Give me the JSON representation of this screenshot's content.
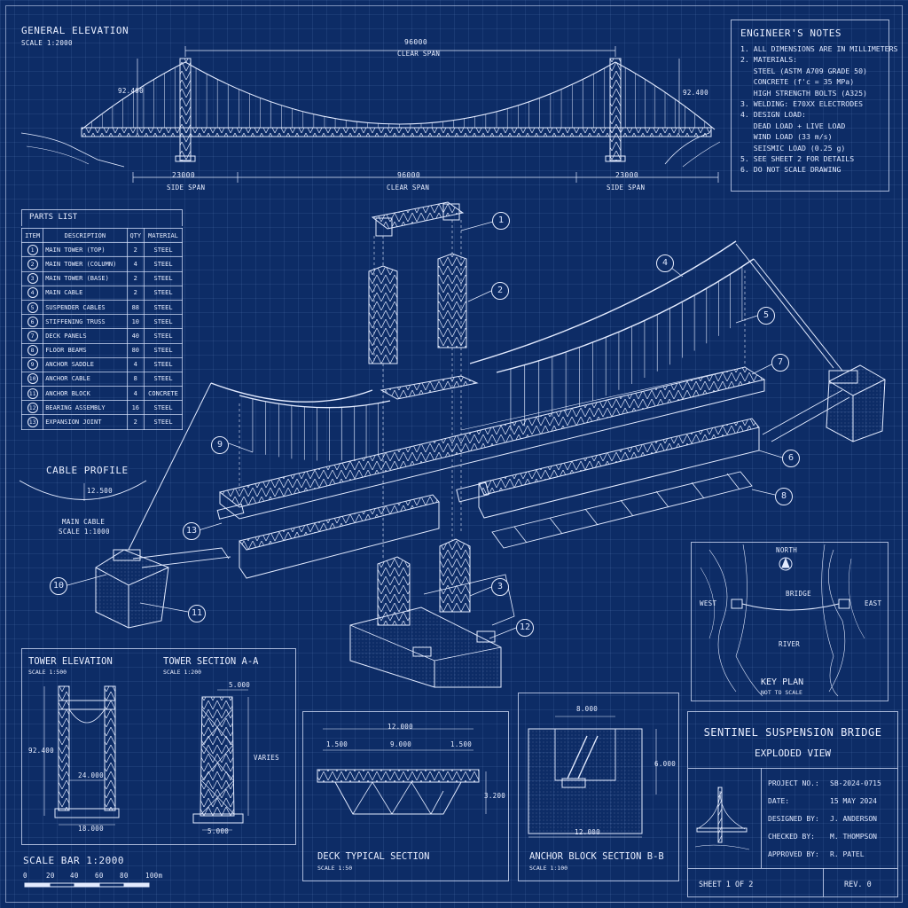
{
  "general_elevation": {
    "title": "GENERAL ELEVATION",
    "scale": "SCALE 1:2000",
    "dim_top": "96000",
    "dim_top_label": "CLEAR SPAN",
    "height_left": "92.400",
    "height_right": "92.400",
    "side_span_left": "23000",
    "side_span_left_label": "SIDE SPAN",
    "clear_span": "96000",
    "clear_span_label": "CLEAR SPAN",
    "side_span_right": "23000",
    "side_span_right_label": "SIDE SPAN"
  },
  "engineers_notes": {
    "title": "ENGINEER'S NOTES",
    "lines": [
      "1. ALL DIMENSIONS ARE IN MILLIMETERS",
      "2. MATERIALS:",
      "   STEEL (ASTM A709 GRADE 50)",
      "   CONCRETE (f'c = 35 MPa)",
      "   HIGH STRENGTH BOLTS (A325)",
      "3. WELDING: E70XX ELECTRODES",
      "4. DESIGN LOAD:",
      "   DEAD LOAD + LIVE LOAD",
      "   WIND LOAD (33 m/s)",
      "   SEISMIC LOAD (0.25 g)",
      "5. SEE SHEET 2 FOR DETAILS",
      "6. DO NOT SCALE DRAWING"
    ]
  },
  "parts_list": {
    "title": "PARTS LIST",
    "headers": [
      "ITEM",
      "DESCRIPTION",
      "QTY",
      "MATERIAL"
    ],
    "rows": [
      {
        "item": "1",
        "desc": "MAIN TOWER (TOP)",
        "qty": "2",
        "mat": "STEEL"
      },
      {
        "item": "2",
        "desc": "MAIN TOWER (COLUMN)",
        "qty": "4",
        "mat": "STEEL"
      },
      {
        "item": "3",
        "desc": "MAIN TOWER (BASE)",
        "qty": "2",
        "mat": "STEEL"
      },
      {
        "item": "4",
        "desc": "MAIN CABLE",
        "qty": "2",
        "mat": "STEEL"
      },
      {
        "item": "5",
        "desc": "SUSPENDER CABLES",
        "qty": "88",
        "mat": "STEEL"
      },
      {
        "item": "6",
        "desc": "STIFFENING TRUSS",
        "qty": "10",
        "mat": "STEEL"
      },
      {
        "item": "7",
        "desc": "DECK PANELS",
        "qty": "40",
        "mat": "STEEL"
      },
      {
        "item": "8",
        "desc": "FLOOR BEAMS",
        "qty": "80",
        "mat": "STEEL"
      },
      {
        "item": "9",
        "desc": "ANCHOR SADDLE",
        "qty": "4",
        "mat": "STEEL"
      },
      {
        "item": "10",
        "desc": "ANCHOR CABLE",
        "qty": "8",
        "mat": "STEEL"
      },
      {
        "item": "11",
        "desc": "ANCHOR BLOCK",
        "qty": "4",
        "mat": "CONCRETE"
      },
      {
        "item": "12",
        "desc": "BEARING ASSEMBLY",
        "qty": "16",
        "mat": "STEEL"
      },
      {
        "item": "13",
        "desc": "EXPANSION JOINT",
        "qty": "2",
        "mat": "STEEL"
      }
    ]
  },
  "cable_profile": {
    "title": "CABLE PROFILE",
    "sag": "12.500",
    "label": "MAIN CABLE",
    "scale": "SCALE 1:1000"
  },
  "callouts": [
    "1",
    "2",
    "3",
    "4",
    "5",
    "6",
    "7",
    "8",
    "9",
    "10",
    "11",
    "12",
    "13"
  ],
  "key_plan": {
    "north": "NORTH",
    "west": "WEST",
    "east": "EAST",
    "bridge": "BRIDGE",
    "river": "RIVER",
    "title": "KEY PLAN",
    "note": "NOT TO SCALE"
  },
  "tower_elevation": {
    "title": "TOWER ELEVATION",
    "scale": "SCALE 1:500",
    "height": "92.400",
    "inner": "24.000",
    "base": "18.000"
  },
  "tower_section": {
    "title": "TOWER SECTION A-A",
    "scale": "SCALE 1:200",
    "top": "5.000",
    "varies": "VARIES",
    "base": "5.000"
  },
  "deck_section": {
    "title": "DECK TYPICAL SECTION",
    "scale": "SCALE 1:50",
    "width": "12.000",
    "left": "1.500",
    "mid": "9.000",
    "right": "1.500",
    "depth": "3.200"
  },
  "anchor_section": {
    "title": "ANCHOR BLOCK SECTION B-B",
    "scale": "SCALE 1:100",
    "top": "8.000",
    "height": "6.000",
    "base": "12.000"
  },
  "scale_bar": {
    "title": "SCALE BAR 1:2000",
    "ticks": [
      "0",
      "20",
      "40",
      "60",
      "80",
      "100m"
    ]
  },
  "title_block": {
    "name": "SENTINEL SUSPENSION BRIDGE",
    "subtitle": "EXPLODED VIEW",
    "rows": [
      {
        "k": "PROJECT NO.:",
        "v": "SB-2024-0715"
      },
      {
        "k": "DATE:",
        "v": "15 MAY 2024"
      },
      {
        "k": "DESIGNED BY:",
        "v": "J. ANDERSON"
      },
      {
        "k": "CHECKED BY:",
        "v": "M. THOMPSON"
      },
      {
        "k": "APPROVED BY:",
        "v": "R. PATEL"
      }
    ],
    "sheet": "SHEET 1 OF 2",
    "rev": "REV. 0"
  },
  "colors": {
    "background": "#0d2c66",
    "line": "#e8eeff"
  }
}
